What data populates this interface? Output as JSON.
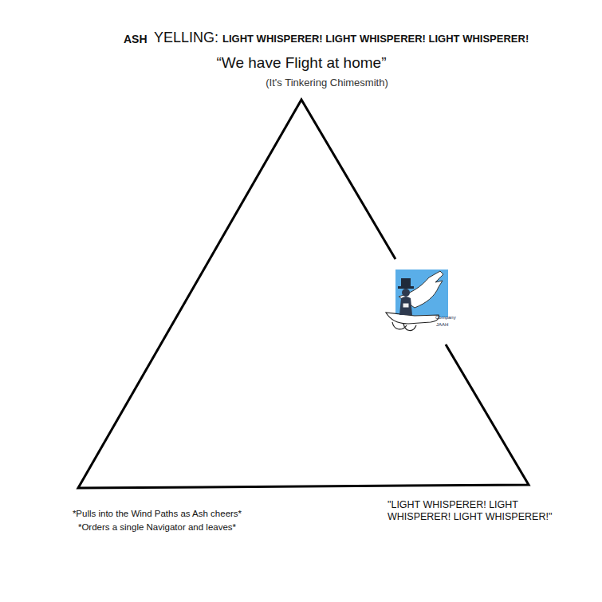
{
  "diagram": {
    "labels": [
      "ASH",
      "YELLING:",
      "LIGHT WHISPERER! LIGHT WHISPERER! LIGHT WHISPERER!",
      "“We have Flight at home”",
      "(It's Tinkering Chimesmith)",
      "*Pulls into the Wind Paths as Ash cheers*",
      "*Orders a single Navigator and leaves*",
      "\"LIGHT WHISPERER! LIGHT WHISPERER! LIGHT WHISPERER!\"",
      "Company",
      "JAAH"
    ]
  }
}
